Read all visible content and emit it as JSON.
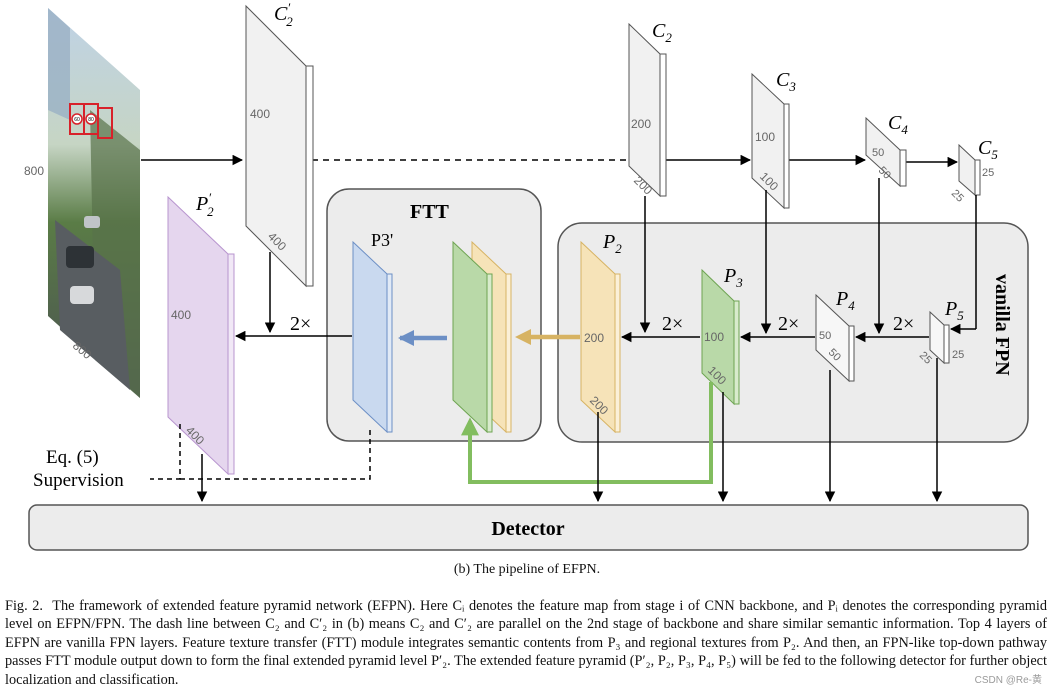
{
  "figure": {
    "input_image": {
      "height_label": "800",
      "width_label": "800",
      "sign_labels": [
        "60",
        "80"
      ]
    },
    "backbone_maps": [
      {
        "name": "C2",
        "left_label": "200",
        "bottom_label": "200"
      },
      {
        "name": "C3",
        "left_label": "100",
        "bottom_label": "100"
      },
      {
        "name": "C4",
        "left_label": "50",
        "bottom_label": "50"
      },
      {
        "name": "C5",
        "left_label": "25",
        "bottom_label": "25"
      }
    ],
    "extended_backbone": {
      "name": "C2'",
      "left_label": "400",
      "bottom_label": "400"
    },
    "pyramid_maps": [
      {
        "name": "P2",
        "left_label": "200",
        "bottom_label": "200"
      },
      {
        "name": "P3",
        "left_label": "100",
        "bottom_label": "100"
      },
      {
        "name": "P4",
        "left_label": "50",
        "bottom_label": "50"
      },
      {
        "name": "P5",
        "left_label": "25",
        "bottom_label": "25"
      }
    ],
    "extended_pyramid": {
      "name": "P2'",
      "left_label": "400",
      "bottom_label": "400"
    },
    "ftt": {
      "title": "FTT",
      "output_label": "P3'"
    },
    "fpn_box_label": "vanilla FPN",
    "upsample_label": "2×",
    "eq_label": "Eq. (5)",
    "supervision_label": "Supervision",
    "detector_label": "Detector",
    "colors": {
      "purple": "#e5d6ee",
      "blue": "#c9d9ef",
      "green": "#b9d9a8",
      "yellow": "#f6e3b8",
      "gray_map": "#f1f1f1",
      "box_fill": "#ececec",
      "green_arrow": "#82bd5f",
      "yellow_arrow": "#d7b363",
      "blue_arrow": "#6c8fc5"
    }
  },
  "subcaption": "(b) The pipeline of EFPN.",
  "caption": {
    "fig_label": "Fig. 2.",
    "text": "The framework of extended feature pyramid network (EFPN). Here Cᵢ denotes the feature map from stage i of CNN backbone, and Pᵢ denotes the corresponding pyramid level on EFPN/FPN. The dash line between C₂ and C′₂ in (b) means C₂ and C′₂ are parallel on the 2nd stage of backbone and share similar semantic information. Top 4 layers of EFPN are vanilla FPN layers. Feature texture transfer (FTT) module integrates semantic contents from P₃ and regional textures from P₂. And then, an FPN-like top-down pathway passes FTT module output down to form the final extended pyramid level P′₂. The extended feature pyramid (P′₂, P₂, P₃, P₄, P₅) will be fed to the following detector for further object localization and classification."
  },
  "watermark": "CSDN @Re-黄"
}
